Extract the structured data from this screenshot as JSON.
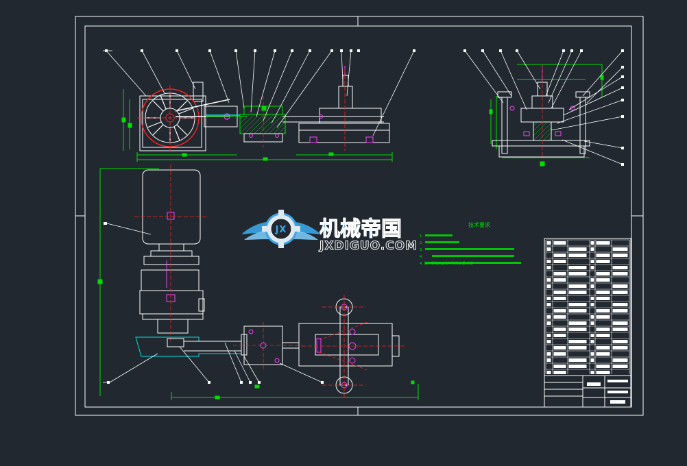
{
  "watermark": {
    "brand_cn": "机械帝国",
    "brand_en": "JXDIGUO.COM",
    "emblem_letters": "JX"
  },
  "tech_notes": {
    "title": "技术要求",
    "lines": [
      "1.",
      "2.",
      "3.",
      "4.",
      "4. 加工后做表面漆等防锈处理,喷漆"
    ]
  },
  "title_block": {
    "drawing_name_lines": [
      "",
      ""
    ],
    "drawing_number": ""
  },
  "colors": {
    "background": "#212830",
    "frame": "#ffffff",
    "dimension": "#00e000",
    "centerline": "#ff2020",
    "part": "#ffffff",
    "leader": "#ffffff",
    "accent": "#ff40ff",
    "logo_blue": "#3aa6e8"
  },
  "icons": {
    "emblem": "gear-wings-emblem-icon"
  }
}
